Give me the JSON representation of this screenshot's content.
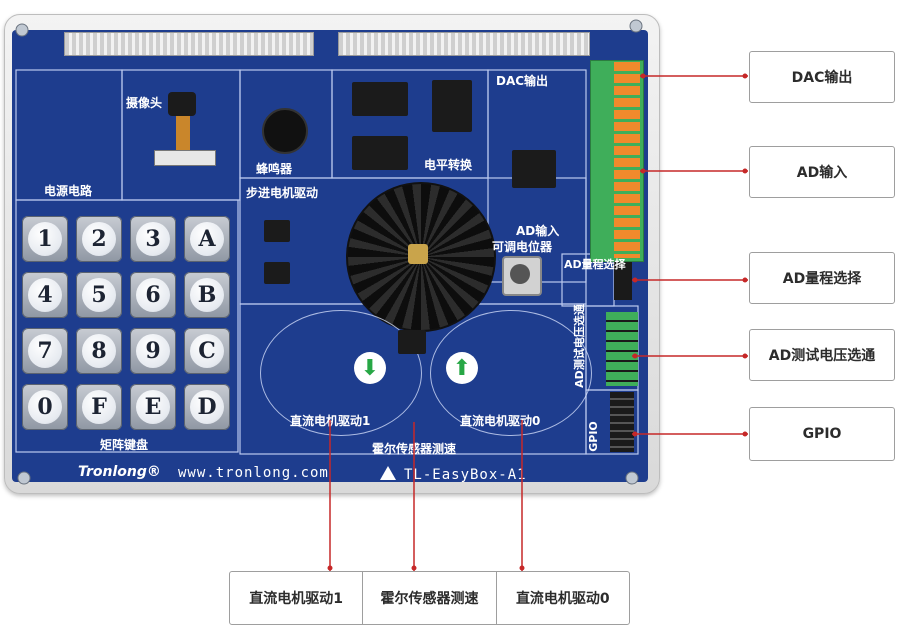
{
  "board": {
    "brand": "Tronlong®",
    "website": "www.tronlong.com",
    "model": "TL-EasyBox-A1",
    "silkscreen": {
      "power": "电源电路",
      "camera": "摄像头",
      "buzzer": "蜂鸣器",
      "level_shift": "电平转换",
      "stepper": "步进电机驱动",
      "dac_out": "DAC输出",
      "ad_in": "AD输入",
      "pot": "可调电位器",
      "ad_range": "AD量程选择",
      "ad_test_voltage": "AD测试电压选通",
      "gpio": "GPIO",
      "matrix_keypad": "矩阵键盘",
      "dc_motor_1": "直流电机驱动1",
      "dc_motor_0": "直流电机驱动0",
      "hall_sensor": "霍尔传感器测速"
    },
    "keypad_keys": [
      "1",
      "2",
      "3",
      "A",
      "4",
      "5",
      "6",
      "B",
      "7",
      "8",
      "9",
      "C",
      "0",
      "F",
      "E",
      "D"
    ]
  },
  "callouts_right": [
    "DAC输出",
    "AD输入",
    "AD量程选择",
    "AD测试电压选通",
    "GPIO"
  ],
  "callouts_bottom": [
    "直流电机驱动1",
    "霍尔传感器测速",
    "直流电机驱动0"
  ],
  "colors": {
    "leader_line": "#c62828",
    "pcb": "#1e3d8e",
    "silkscreen": "#ffffff",
    "terminal_green": "#3fae5a",
    "terminal_orange": "#f08a2c"
  }
}
